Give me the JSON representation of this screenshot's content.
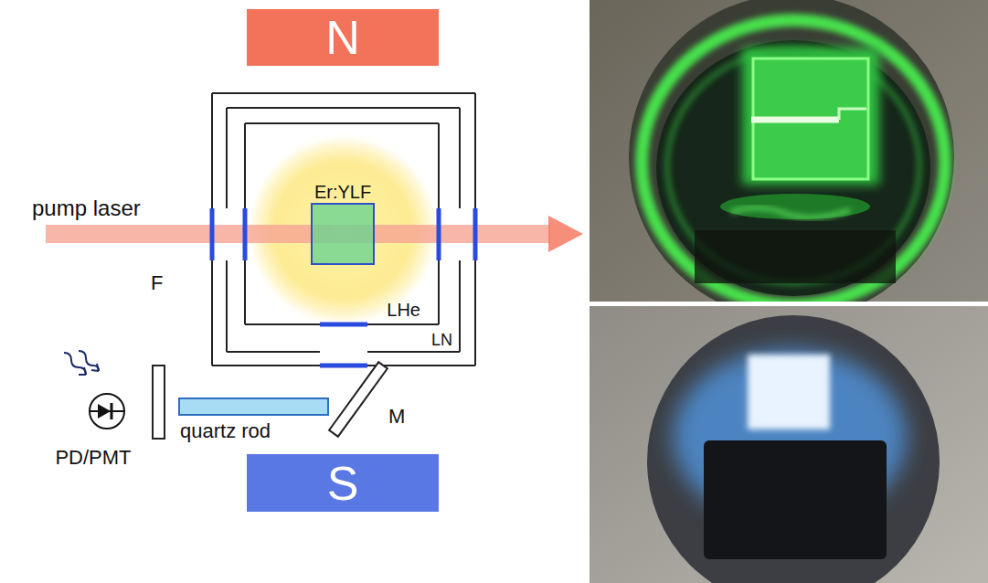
{
  "diagram": {
    "nodes": [
      {
        "text": [
          "N"
        ]
      },
      {
        "text": [
          "LN"
        ]
      },
      {
        "text": [
          "LHe"
        ],
        "in": 1
      },
      {
        "text": [
          "Er:YLF"
        ],
        "in": 2
      },
      {
        "text": [
          "quartz rod"
        ]
      },
      {
        "text": [
          "PD/PMT"
        ]
      },
      {
        "text": [
          "S"
        ]
      }
    ],
    "labels": [
      "pump laser",
      "F",
      "M"
    ]
  }
}
